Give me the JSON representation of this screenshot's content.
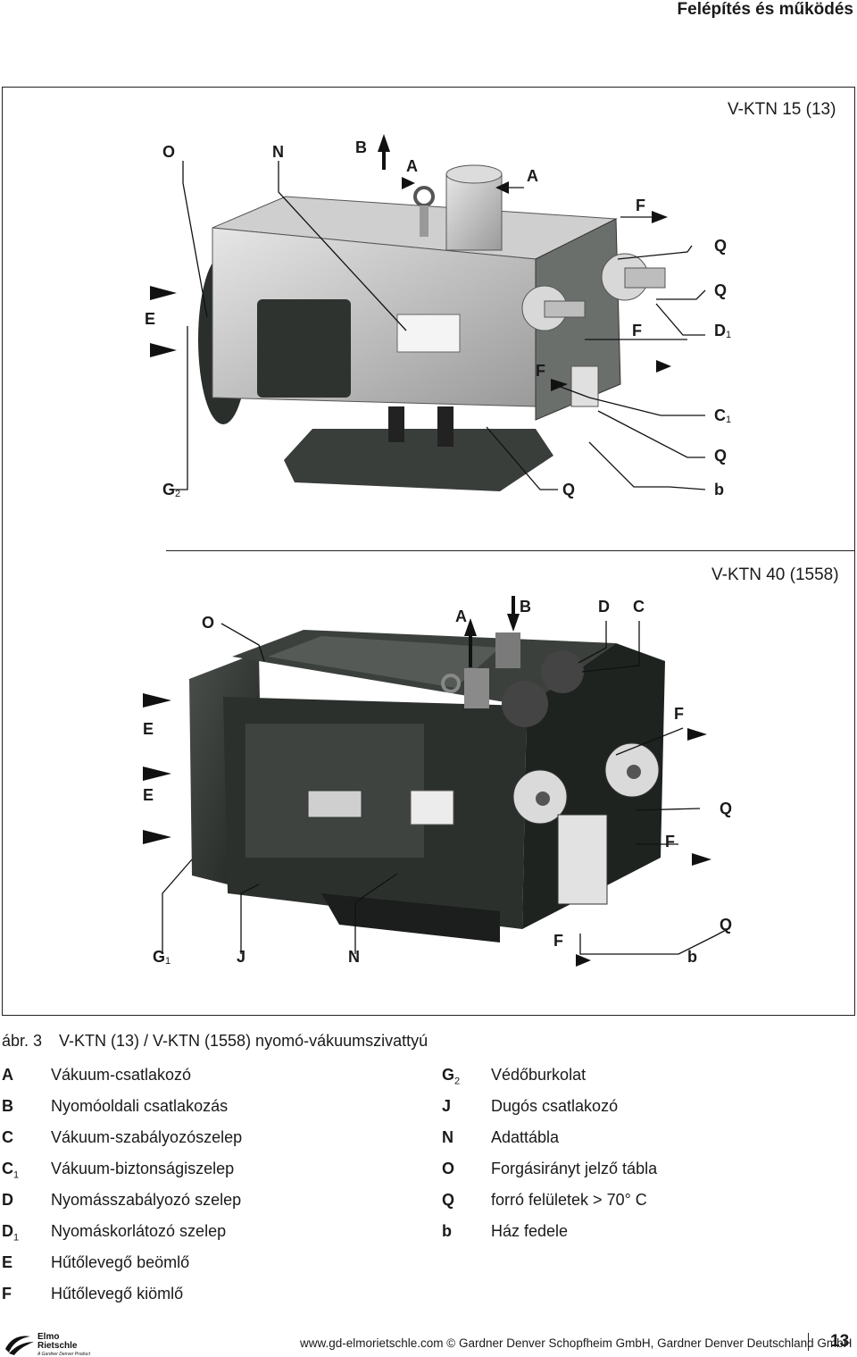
{
  "header": {
    "title": "Felépítés és működés"
  },
  "figure": {
    "model_top": "V-KTN 15 (13)",
    "model_bottom": "V-KTN 40 (1558)",
    "callouts_top": [
      {
        "letter": "O",
        "sub": ""
      },
      {
        "letter": "N",
        "sub": ""
      },
      {
        "letter": "B",
        "sub": ""
      },
      {
        "letter": "A",
        "sub": ""
      },
      {
        "letter": "A",
        "sub": ""
      },
      {
        "letter": "F",
        "sub": ""
      },
      {
        "letter": "Q",
        "sub": ""
      },
      {
        "letter": "Q",
        "sub": ""
      },
      {
        "letter": "E",
        "sub": ""
      },
      {
        "letter": "F",
        "sub": ""
      },
      {
        "letter": "D",
        "sub": "1"
      },
      {
        "letter": "F",
        "sub": ""
      },
      {
        "letter": "C",
        "sub": "1"
      },
      {
        "letter": "Q",
        "sub": ""
      },
      {
        "letter": "G",
        "sub": "2"
      },
      {
        "letter": "Q",
        "sub": ""
      },
      {
        "letter": "b",
        "sub": ""
      }
    ],
    "callouts_bottom": [
      {
        "letter": "O",
        "sub": ""
      },
      {
        "letter": "A",
        "sub": ""
      },
      {
        "letter": "B",
        "sub": ""
      },
      {
        "letter": "D",
        "sub": ""
      },
      {
        "letter": "C",
        "sub": ""
      },
      {
        "letter": "E",
        "sub": ""
      },
      {
        "letter": "F",
        "sub": ""
      },
      {
        "letter": "E",
        "sub": ""
      },
      {
        "letter": "Q",
        "sub": ""
      },
      {
        "letter": "F",
        "sub": ""
      },
      {
        "letter": "Q",
        "sub": ""
      },
      {
        "letter": "F",
        "sub": ""
      },
      {
        "letter": "G",
        "sub": "1"
      },
      {
        "letter": "J",
        "sub": ""
      },
      {
        "letter": "N",
        "sub": ""
      },
      {
        "letter": "b",
        "sub": ""
      }
    ]
  },
  "caption": {
    "number": "ábr. 3",
    "text": "V-KTN (13) / V-KTN (1558) nyomó-vákuumszivattyú"
  },
  "legend_left": [
    {
      "key": "A",
      "sub": "",
      "text": "Vákuum-csatlakozó"
    },
    {
      "key": "B",
      "sub": "",
      "text": "Nyomóoldali csatlakozás"
    },
    {
      "key": "C",
      "sub": "",
      "text": "Vákuum-szabályozószelep"
    },
    {
      "key": "C",
      "sub": "1",
      "text": "Vákuum-biztonságiszelep"
    },
    {
      "key": "D",
      "sub": "",
      "text": "Nyomásszabályozó szelep"
    },
    {
      "key": "D",
      "sub": "1",
      "text": "Nyomáskorlátozó szelep"
    },
    {
      "key": "E",
      "sub": "",
      "text": "Hűtőlevegő beömlő"
    },
    {
      "key": "F",
      "sub": "",
      "text": "Hűtőlevegő kiömlő"
    }
  ],
  "legend_right": [
    {
      "key": "G",
      "sub": "2",
      "text": "Védőburkolat"
    },
    {
      "key": "J",
      "sub": "",
      "text": "Dugós csatlakozó"
    },
    {
      "key": "N",
      "sub": "",
      "text": "Adattábla"
    },
    {
      "key": "O",
      "sub": "",
      "text": "Forgásirányt jelző tábla"
    },
    {
      "key": "Q",
      "sub": "",
      "text": "forró felületek > 70° C"
    },
    {
      "key": "b",
      "sub": "",
      "text": "Ház fedele"
    }
  ],
  "footer": {
    "logo_line1": "Elmo",
    "logo_line2": "Rietschle",
    "logo_line3": "A Gardner Denver Product",
    "text": "www.gd-elmorietschle.com © Gardner Denver Schopfheim GmbH, Gardner Denver Deutschland GmbH",
    "page_number": "13"
  }
}
